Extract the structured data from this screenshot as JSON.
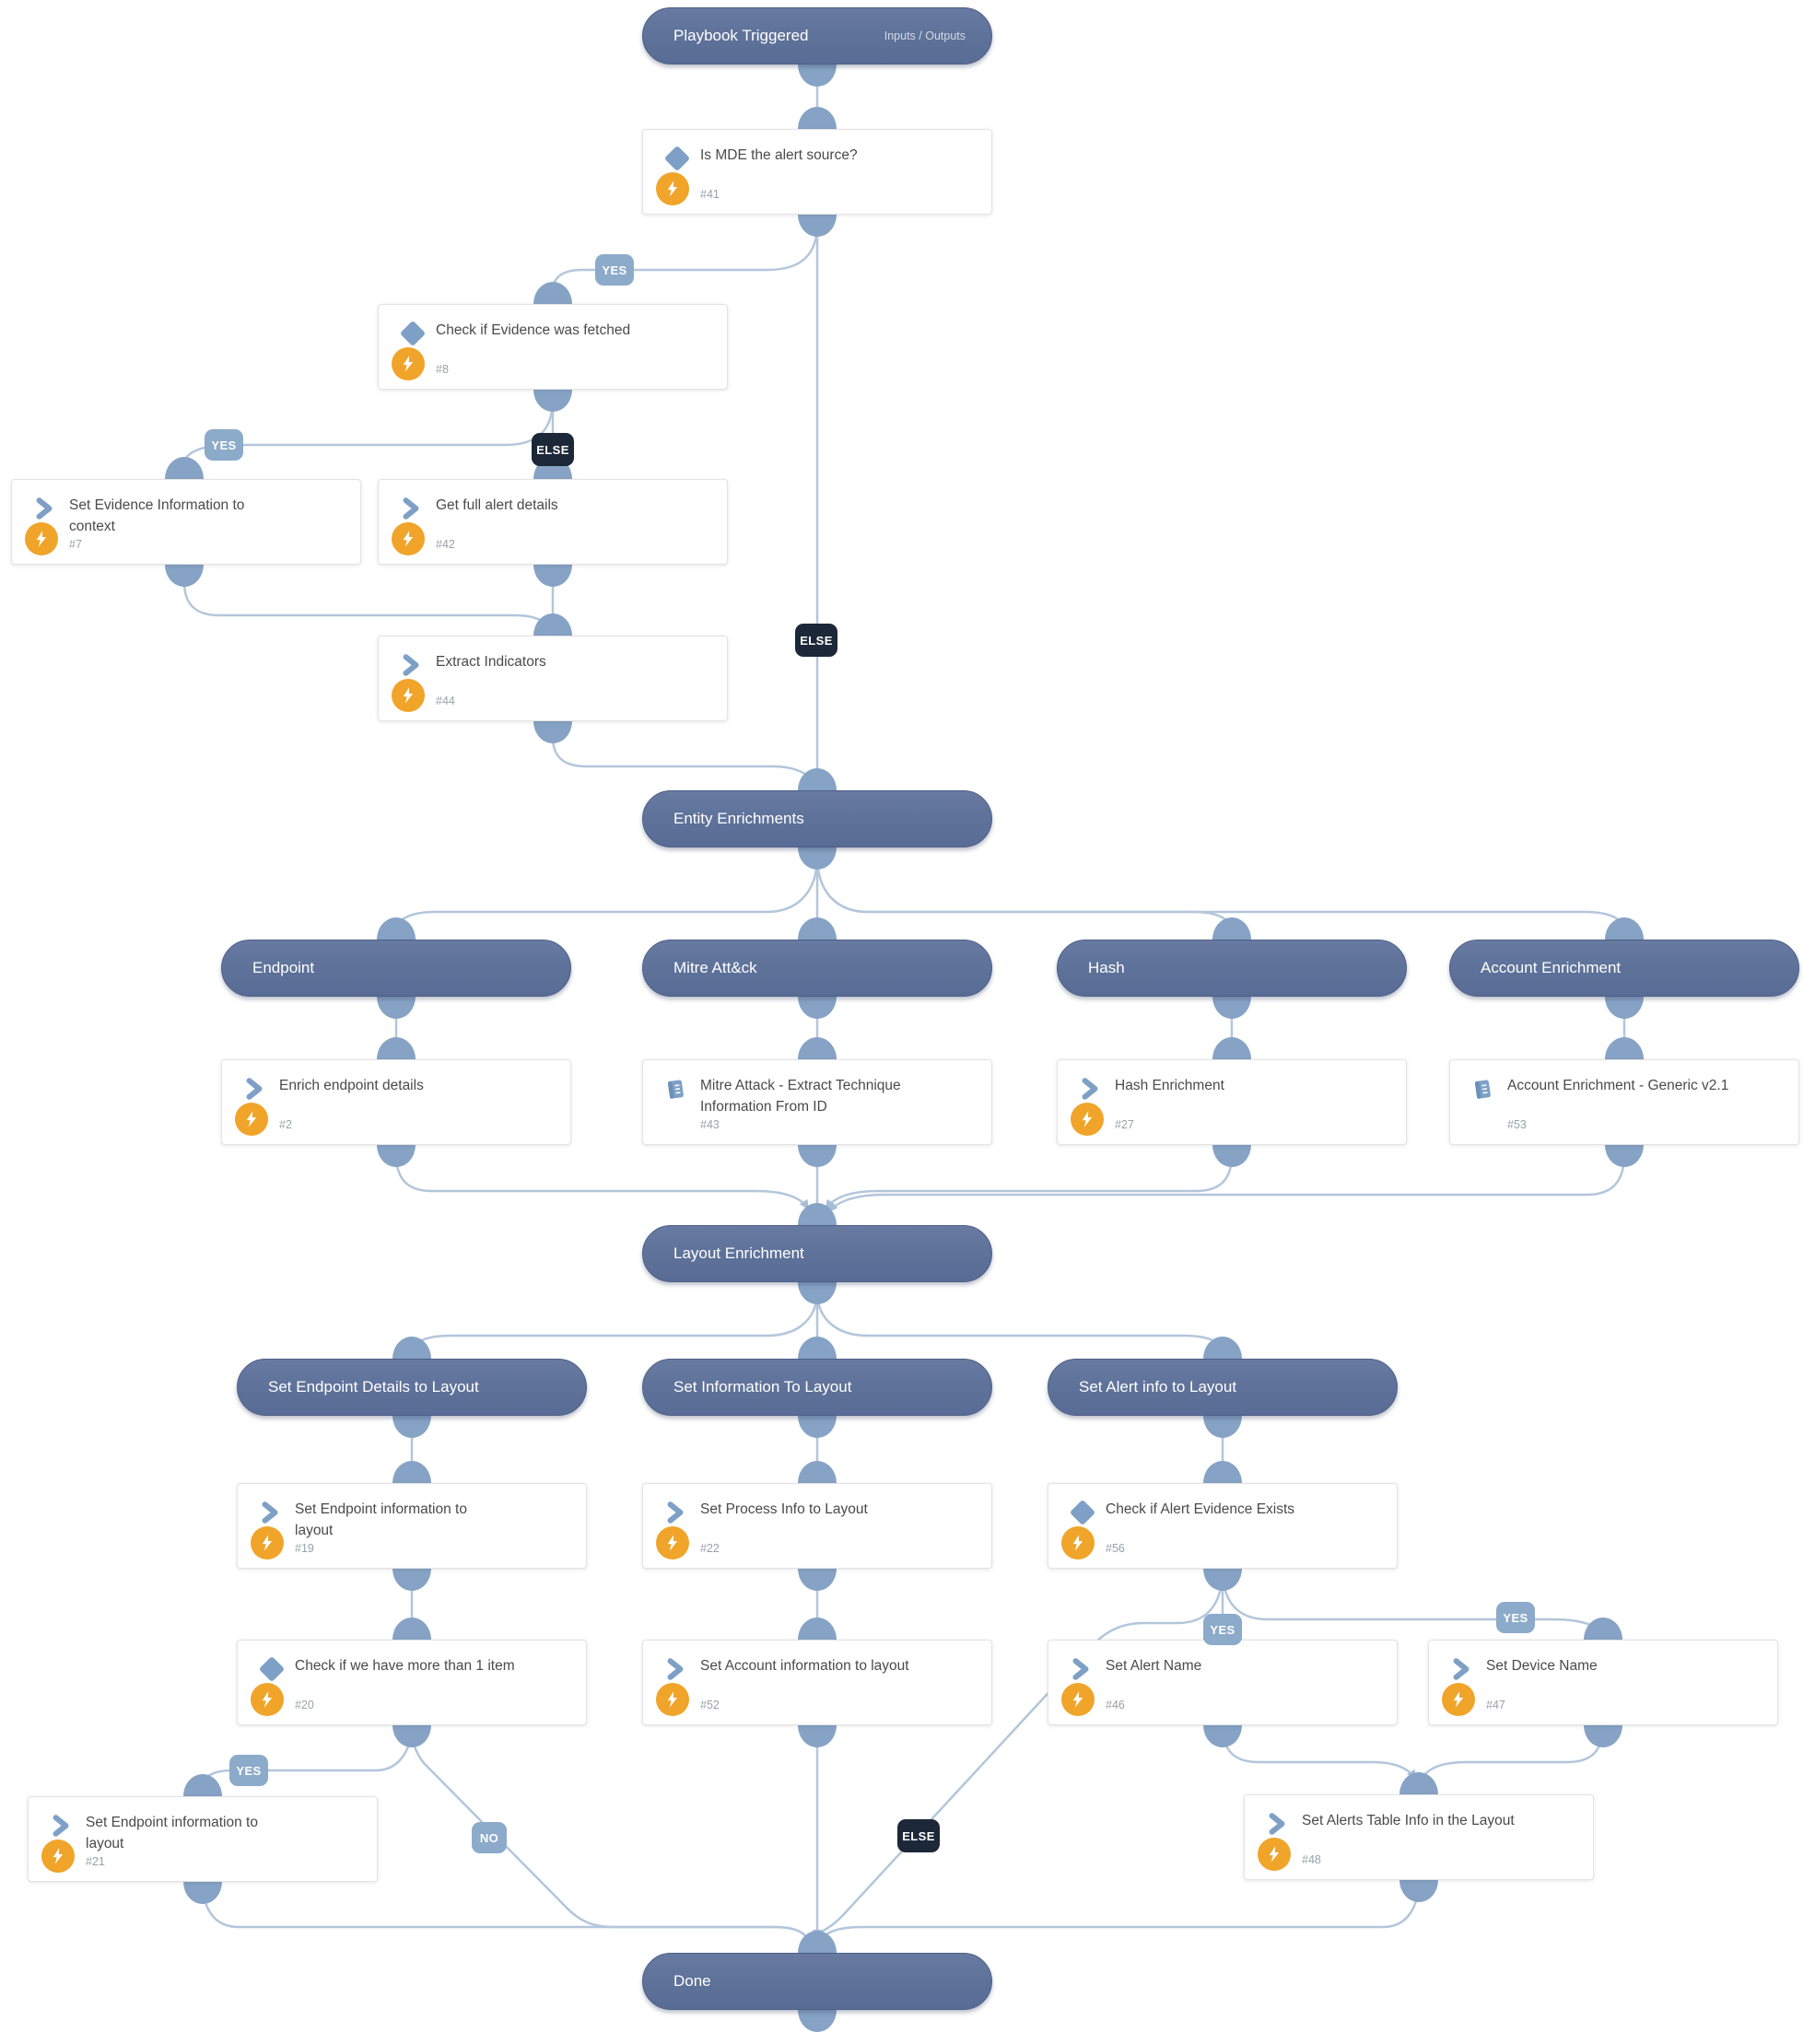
{
  "nodes": {
    "trigger": {
      "label": "Playbook Triggered",
      "io": "Inputs / Outputs"
    },
    "t41": {
      "title": "Is MDE the alert source?",
      "num": "#41"
    },
    "t8": {
      "title": "Check if Evidence was fetched",
      "num": "#8"
    },
    "t7": {
      "title": "Set Evidence Information to context",
      "num": "#7"
    },
    "t42": {
      "title": "Get full alert details",
      "num": "#42"
    },
    "t44": {
      "title": "Extract Indicators",
      "num": "#44"
    },
    "entity": {
      "label": "Entity Enrichments"
    },
    "endpoint": {
      "label": "Endpoint"
    },
    "mitre": {
      "label": "Mitre Att&ck"
    },
    "hash": {
      "label": "Hash"
    },
    "account": {
      "label": "Account Enrichment"
    },
    "t2": {
      "title": "Enrich endpoint details",
      "num": "#2"
    },
    "t43": {
      "title": "Mitre Attack - Extract Technique Information From ID",
      "num": "#43"
    },
    "t27": {
      "title": "Hash Enrichment",
      "num": "#27"
    },
    "t53": {
      "title": "Account Enrichment - Generic v2.1",
      "num": "#53"
    },
    "layout": {
      "label": "Layout Enrichment"
    },
    "sedl": {
      "label": "Set Endpoint Details to Layout"
    },
    "sitl": {
      "label": "Set Information To Layout"
    },
    "sail": {
      "label": "Set Alert info to Layout"
    },
    "t19": {
      "title": "Set Endpoint information to layout",
      "num": "#19"
    },
    "t22": {
      "title": "Set Process Info to Layout",
      "num": "#22"
    },
    "t56": {
      "title": "Check if Alert Evidence Exists",
      "num": "#56"
    },
    "t20": {
      "title": "Check if we have more than 1 item",
      "num": "#20"
    },
    "t52": {
      "title": "Set Account information to layout",
      "num": "#52"
    },
    "t46": {
      "title": "Set Alert Name",
      "num": "#46"
    },
    "t47": {
      "title": "Set Device Name",
      "num": "#47"
    },
    "t21": {
      "title": "Set Endpoint information to layout",
      "num": "#21"
    },
    "t48": {
      "title": "Set Alerts Table Info in the Layout",
      "num": "#48"
    },
    "done": {
      "label": "Done"
    }
  },
  "edge_labels": {
    "yes": "YES",
    "no": "NO",
    "else": "ELSE"
  },
  "colors": {
    "section_pill": "#5d7199",
    "connector": "#b3c6db",
    "stub": "#86a3c5",
    "badge_yes": "#8caac9",
    "badge_else": "#1c2738",
    "automation_badge": "#f0a429",
    "task_icon": "#7ea0c6"
  }
}
